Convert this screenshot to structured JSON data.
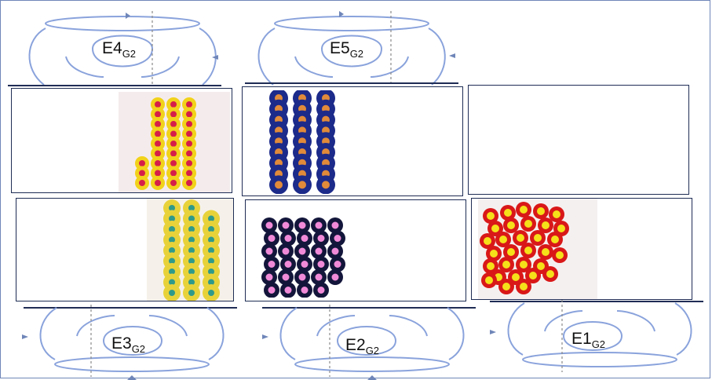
{
  "persons": {
    "e4": {
      "prefix": "E4",
      "sub": "G2"
    },
    "e5": {
      "prefix": "E5",
      "sub": "G2"
    },
    "e3": {
      "prefix": "E3",
      "sub": "G2"
    },
    "e2": {
      "prefix": "E2",
      "sub": "G2"
    },
    "e1": {
      "prefix": "E1",
      "sub": "G2"
    }
  },
  "colors": {
    "outline": "#8aa3dc",
    "frame": "#6f86b8",
    "box_border": "#1f2d55",
    "marker": "#6f86b8"
  },
  "plates": {
    "top_left": {
      "rim": "#f2d21a",
      "center": "#d61e4a",
      "background": "#f4ecec"
    },
    "top_middle": {
      "rim": "#1c2a8a",
      "center": "#e08a3a",
      "background": "#ffffff"
    },
    "bottom_left": {
      "rim": "#e8d23a",
      "center": "#2f9a8a",
      "background": "#f5f1ea"
    },
    "bottom_middle": {
      "rim": "#13163a",
      "center": "#f08ad8",
      "background": "#ffffff"
    },
    "bottom_right": {
      "rim": "#d91818",
      "center": "#f5e01a",
      "background": "#f5f0f0"
    }
  }
}
